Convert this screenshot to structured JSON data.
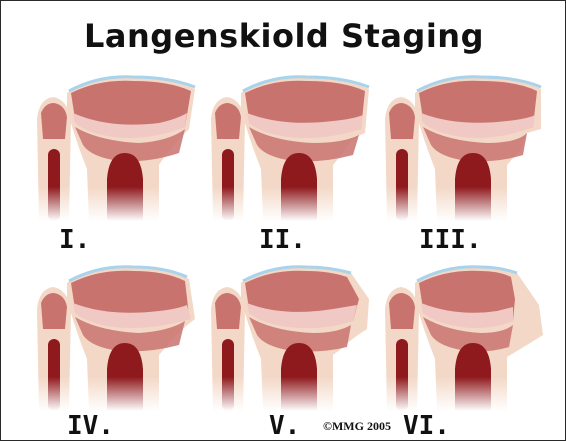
{
  "title": "Langenskiold Staging",
  "stages": [
    {
      "label": "I."
    },
    {
      "label": "II."
    },
    {
      "label": "III."
    },
    {
      "label": "IV."
    },
    {
      "label": "V."
    },
    {
      "label": "VI."
    }
  ],
  "copyright": "©MMG 2005",
  "colors": {
    "background": "#ffffff",
    "bone_outer": "#f3d8c7",
    "bone_spongy": "#c9736f",
    "growth_plate": "#f0c9c4",
    "marrow": "#8f1a1e",
    "cartilage": "#a9d3ea"
  }
}
